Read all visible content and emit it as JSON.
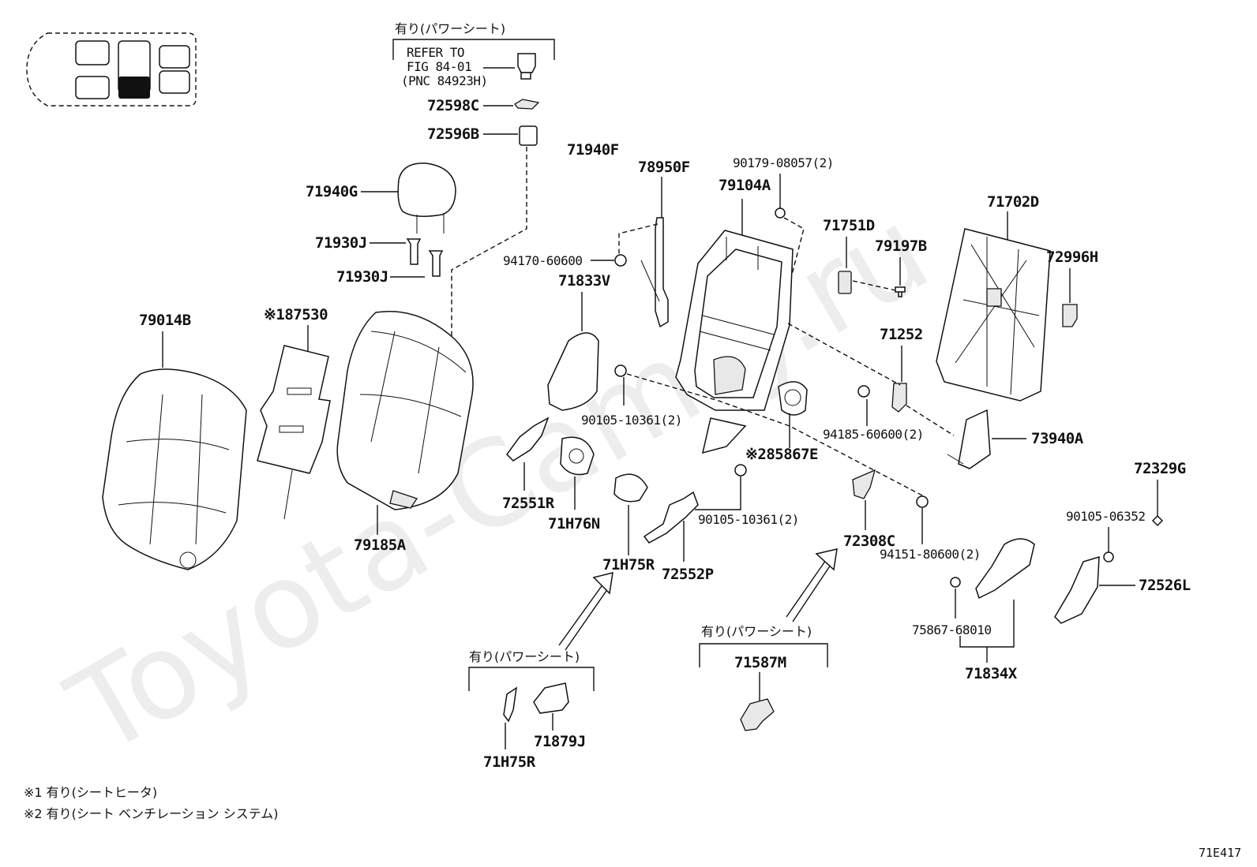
{
  "watermark": "Toyota-Camry.ru",
  "diagram_code": "71E417",
  "notes": {
    "note1": "※1 有り(シートヒータ)",
    "note2": "※2 有り(シート ベンチレーション システム)"
  },
  "groups": {
    "power_seat_top": "有り(パワーシート)",
    "power_seat_mid": "有り(パワーシート)",
    "power_seat_left": "有り(パワーシート)"
  },
  "refer": {
    "line1": "REFER TO",
    "line2": "FIG 84-01",
    "line3": "(PNC 84923H)"
  },
  "parts": {
    "p72598C": "72598C",
    "p72596B": "72596B",
    "p71940F": "71940F",
    "p71940G": "71940G",
    "p71930J_a": "71930J",
    "p71930J_b": "71930J",
    "p78950F": "78950F",
    "p90179": "90179-08057(2)",
    "p79104A": "79104A",
    "p71751D": "71751D",
    "p71702D": "71702D",
    "p79197B": "79197B",
    "p72996H": "72996H",
    "p94170": "94170-60600",
    "p71833V": "71833V",
    "p79014B": "79014B",
    "p87530": "※187530",
    "p71252": "71252",
    "p90105_a": "90105-10361(2)",
    "p94185": "94185-60600(2)",
    "p73940A": "73940A",
    "p85867E": "※285867E",
    "p72329G": "72329G",
    "p72551R": "72551R",
    "p71H76N": "71H76N",
    "p90105_b": "90105-10361(2)",
    "p90105_c": "90105-06352",
    "p79185A": "79185A",
    "p72308C": "72308C",
    "p71H75R_a": "71H75R",
    "p72552P": "72552P",
    "p94151": "94151-80600(2)",
    "p72526L": "72526L",
    "p75867": "75867-68010",
    "p71587M": "71587M",
    "p71834X": "71834X",
    "p71879J": "71879J",
    "p71H75R_b": "71H75R"
  }
}
